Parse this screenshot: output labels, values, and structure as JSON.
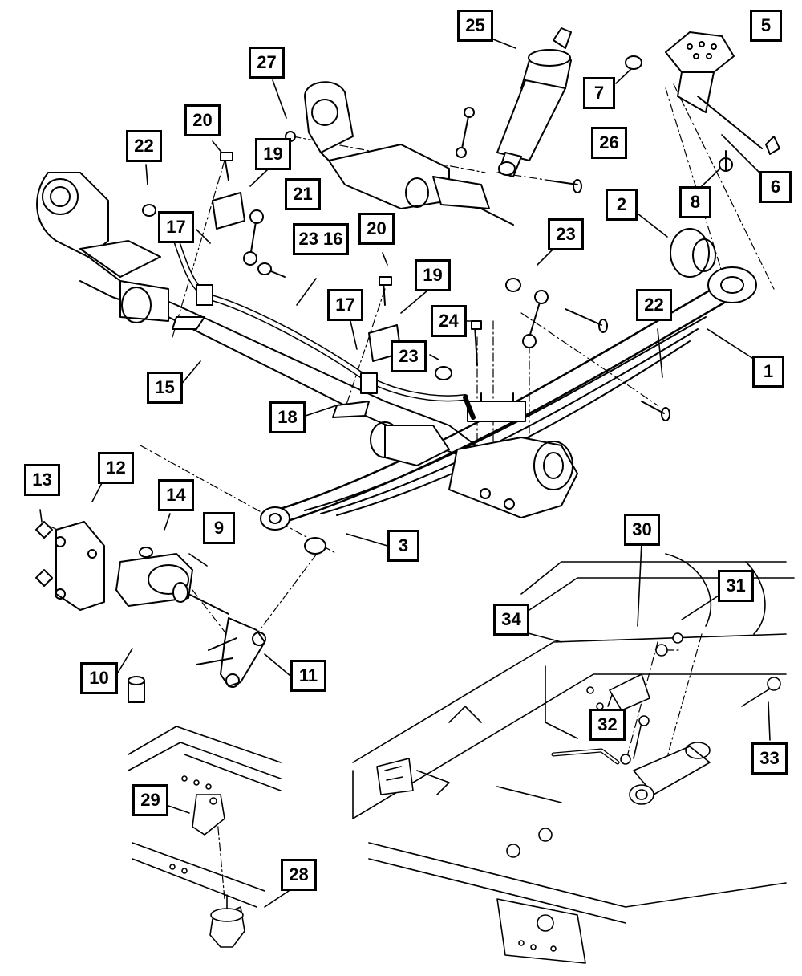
{
  "diagram": {
    "ink_color": "#000000",
    "background_color": "#ffffff",
    "callouts": [
      {
        "id": "c1",
        "label": "1"
      },
      {
        "id": "c2",
        "label": "2"
      },
      {
        "id": "c3",
        "label": "3"
      },
      {
        "id": "c5",
        "label": "5"
      },
      {
        "id": "c6",
        "label": "6"
      },
      {
        "id": "c7",
        "label": "7"
      },
      {
        "id": "c8",
        "label": "8"
      },
      {
        "id": "c9",
        "label": "9"
      },
      {
        "id": "c10",
        "label": "10"
      },
      {
        "id": "c11",
        "label": "11"
      },
      {
        "id": "c12",
        "label": "12"
      },
      {
        "id": "c13",
        "label": "13"
      },
      {
        "id": "c14",
        "label": "14"
      },
      {
        "id": "c15",
        "label": "15"
      },
      {
        "id": "c16",
        "label": "23 16"
      },
      {
        "id": "c17a",
        "label": "17"
      },
      {
        "id": "c17b",
        "label": "17"
      },
      {
        "id": "c18",
        "label": "18"
      },
      {
        "id": "c19a",
        "label": "19"
      },
      {
        "id": "c19b",
        "label": "19"
      },
      {
        "id": "c20a",
        "label": "20"
      },
      {
        "id": "c20b",
        "label": "20"
      },
      {
        "id": "c21",
        "label": "21"
      },
      {
        "id": "c22a",
        "label": "22"
      },
      {
        "id": "c22b",
        "label": "22"
      },
      {
        "id": "c23a",
        "label": "23"
      },
      {
        "id": "c23b",
        "label": "23"
      },
      {
        "id": "c24",
        "label": "24"
      },
      {
        "id": "c25",
        "label": "25"
      },
      {
        "id": "c26",
        "label": "26"
      },
      {
        "id": "c27",
        "label": "27"
      },
      {
        "id": "c28",
        "label": "28"
      },
      {
        "id": "c29",
        "label": "29"
      },
      {
        "id": "c30",
        "label": "30"
      },
      {
        "id": "c31",
        "label": "31"
      },
      {
        "id": "c32",
        "label": "32"
      },
      {
        "id": "c33",
        "label": "33"
      },
      {
        "id": "c34",
        "label": "34"
      }
    ]
  }
}
